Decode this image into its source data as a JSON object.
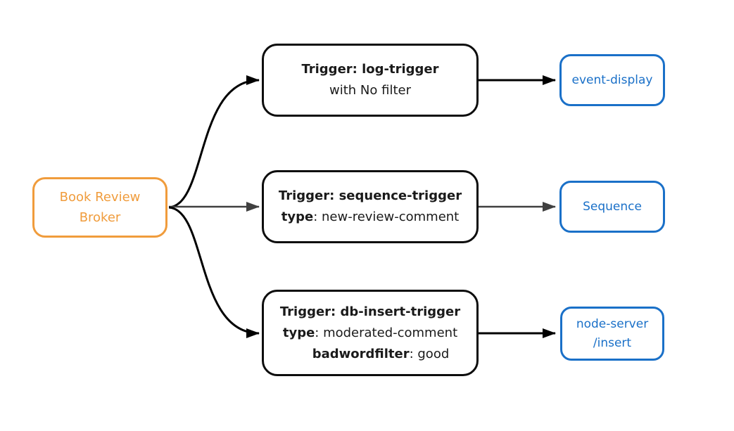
{
  "diagram": {
    "colors": {
      "bg": "#ffffff",
      "broker_accent": "#F09C3C",
      "sink_accent": "#1A70C8",
      "node_border": "#0D0D0D",
      "text": "#1A1A1A",
      "edge_primary": "#000000",
      "edge_secondary": "#404040"
    },
    "broker": {
      "line1": "Book Review",
      "line2": "Broker"
    },
    "triggers": {
      "log": {
        "title": "Trigger: log-trigger",
        "subtitle": "with No filter"
      },
      "sequence": {
        "title": "Trigger: sequence-trigger",
        "attr_key": "type",
        "attr_value": ": new-review-comment"
      },
      "db_insert": {
        "title": "Trigger: db-insert-trigger",
        "attr_key": "type",
        "attr_value": ": moderated-comment",
        "attr2_key": "badwordfilter",
        "attr2_value": ": good"
      }
    },
    "sinks": {
      "event_display": {
        "label": "event-display"
      },
      "sequence": {
        "label": "Sequence"
      },
      "node_server": {
        "line1": "node-server",
        "line2": "/insert"
      }
    },
    "edges": [
      {
        "from": "Book Review Broker",
        "to": "Trigger: log-trigger"
      },
      {
        "from": "Book Review Broker",
        "to": "Trigger: sequence-trigger"
      },
      {
        "from": "Book Review Broker",
        "to": "Trigger: db-insert-trigger"
      },
      {
        "from": "Trigger: log-trigger",
        "to": "event-display"
      },
      {
        "from": "Trigger: sequence-trigger",
        "to": "Sequence"
      },
      {
        "from": "Trigger: db-insert-trigger",
        "to": "node-server/insert"
      }
    ]
  }
}
